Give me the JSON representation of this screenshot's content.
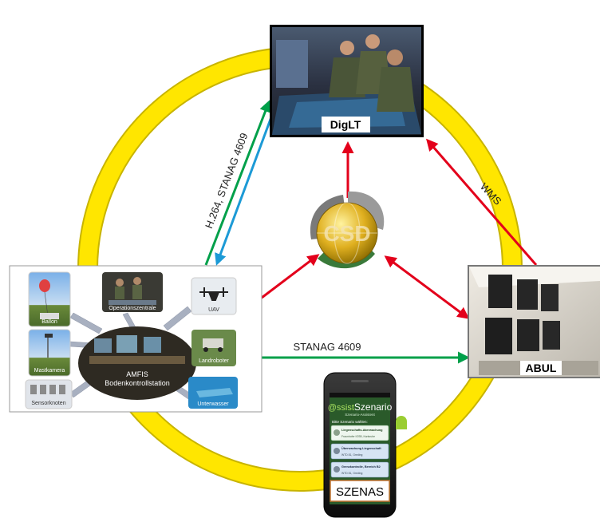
{
  "nodes": {
    "diglt": {
      "label": "DigLT"
    },
    "csd": {
      "label": "CSD"
    },
    "abul": {
      "label": "ABUL"
    },
    "szenas": {
      "label": "SZENAS"
    },
    "amfis": {
      "title_line1": "AMFIS",
      "title_line2": "Bodenkontrollstation",
      "tiles": {
        "ballon": "Ballon",
        "operationszentrale": "Operationszentrale",
        "uav": "UAV",
        "mastkamera": "Mastkamera",
        "landroboter": "Landroboter",
        "sensorknoten": "Sensorknoten",
        "unterwasser": "Unterwasser"
      }
    }
  },
  "links": {
    "amfis_diglt": "H.264, STANAG 4609",
    "abul_diglt": "WMS",
    "amfis_abul": "STANAG 4609"
  },
  "phone": {
    "app_logo_prefix": "@ssist",
    "app_logo_name": "Szenario",
    "app_subtitle": "Szenario-Assistent",
    "prompt": "Bitte Szenario wählen:",
    "items": [
      {
        "title": "Liegenschafts-überwachung",
        "sub": "Fraunhofer IOSB, Karlsruhe"
      },
      {
        "title": "Überwachung Liegenschaft",
        "sub": "WTD 81, Greding"
      },
      {
        "title": "Grenzkontrolle, Bereich B2",
        "sub": "WTD 81, Greding"
      }
    ]
  },
  "colors": {
    "ring": "#ffe600",
    "ring_outline": "#c8b400",
    "arrow_red": "#e3001b",
    "arrow_green": "#00a04a",
    "arrow_blue": "#1c9ad6",
    "csd_globe": "#e0b020",
    "phone_screen": "#2a5a2a"
  }
}
